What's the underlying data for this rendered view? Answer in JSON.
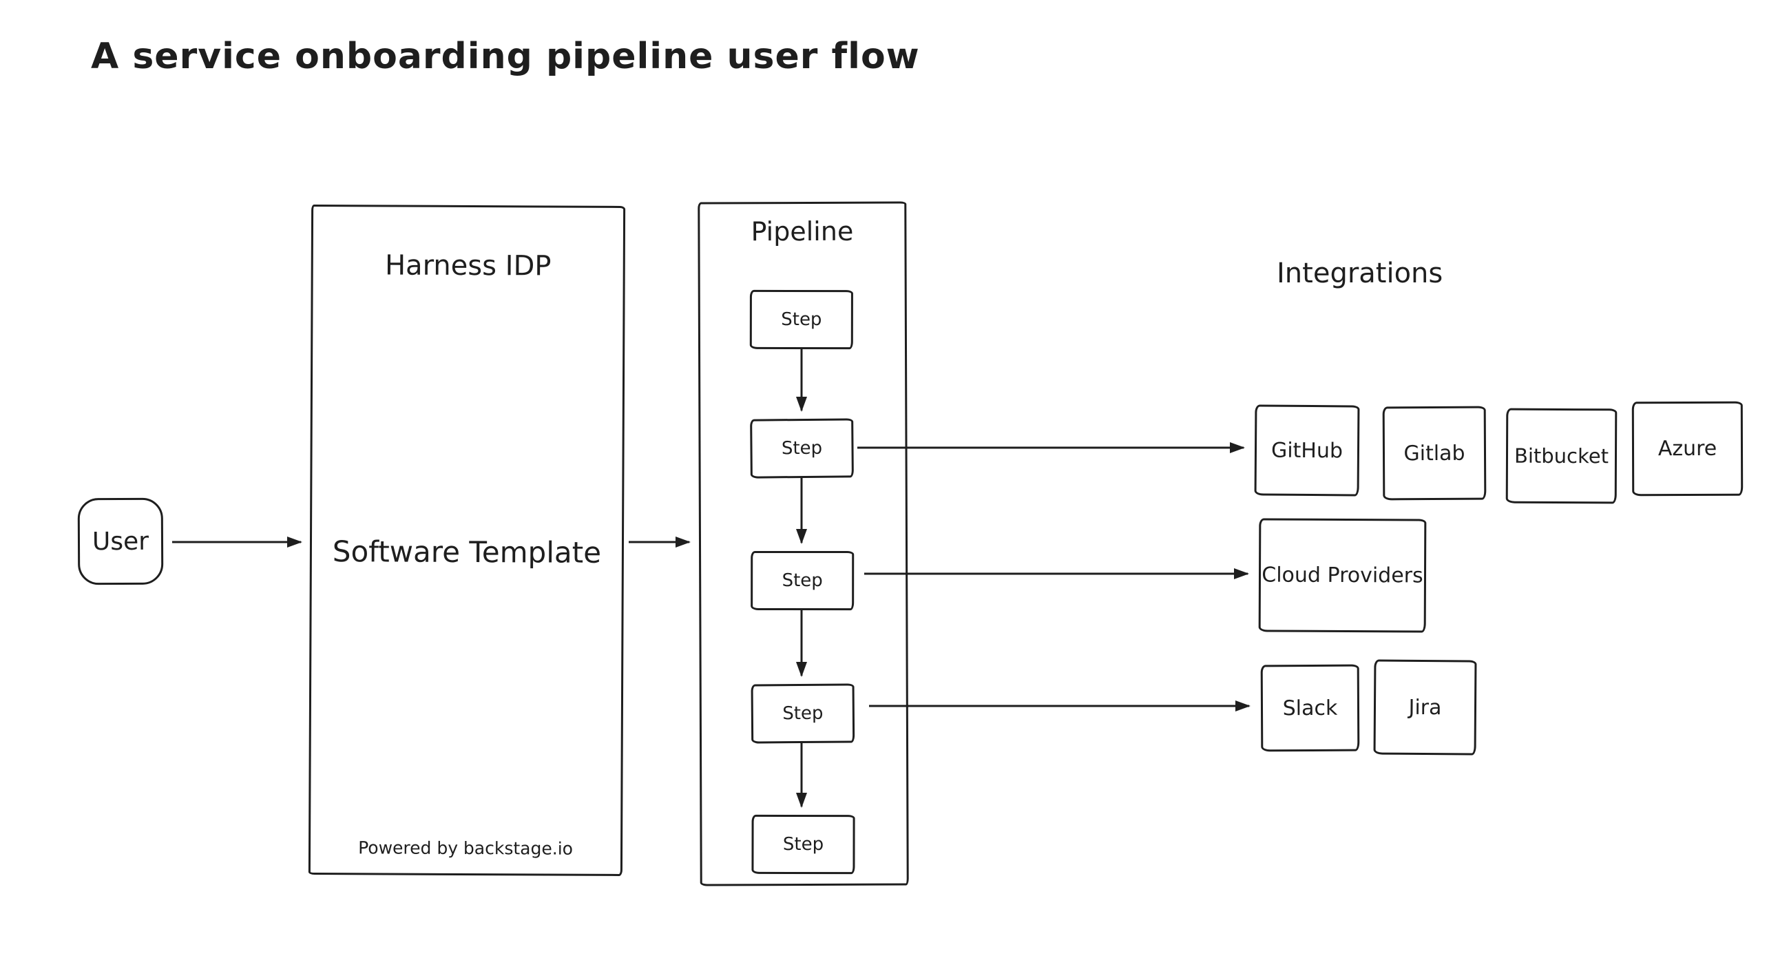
{
  "title": "A service onboarding pipeline user flow",
  "colors": {
    "stroke": "#1e1e1e",
    "background": "#ffffff"
  },
  "nodes": {
    "user": {
      "label": "User"
    },
    "harness": {
      "title": "Harness IDP",
      "label": "Software Template",
      "footer": "Powered by backstage.io"
    },
    "pipeline": {
      "title": "Pipeline",
      "steps": [
        "Step",
        "Step",
        "Step",
        "Step",
        "Step"
      ]
    }
  },
  "integrations": {
    "heading": "Integrations",
    "source_control": [
      "GitHub",
      "Gitlab",
      "Bitbucket",
      "Azure"
    ],
    "cloud": [
      "Cloud Providers"
    ],
    "collaboration": [
      "Slack",
      "Jira"
    ]
  }
}
